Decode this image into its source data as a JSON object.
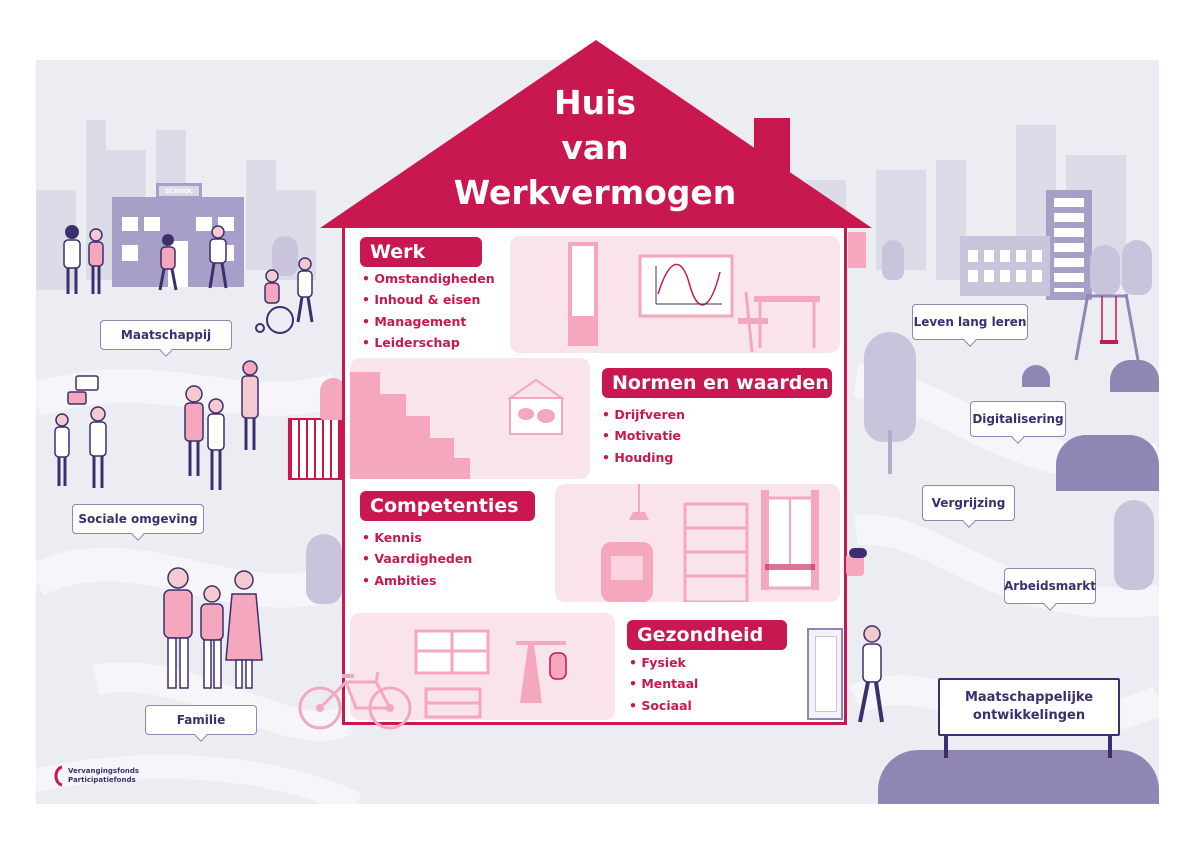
{
  "title_lines": [
    "Huis",
    "van",
    "Werkvermogen"
  ],
  "sections": {
    "werk": {
      "title": "Werk",
      "items": [
        "Omstandigheden",
        "Inhoud & eisen",
        "Management",
        "Leiderschap"
      ]
    },
    "normen": {
      "title": "Normen en waarden",
      "items": [
        "Drijfveren",
        "Motivatie",
        "Houding"
      ]
    },
    "competenties": {
      "title": "Competenties",
      "items": [
        "Kennis",
        "Vaardigheden",
        "Ambities"
      ]
    },
    "gezondheid": {
      "title": "Gezondheid",
      "items": [
        "Fysiek",
        "Mentaal",
        "Sociaal"
      ]
    }
  },
  "left_labels": {
    "maatschappij": "Maatschappij",
    "sociale": "Sociale omgeving",
    "familie": "Familie"
  },
  "right_labels": {
    "leren": "Leven lang leren",
    "digitalisering": "Digitalisering",
    "vergrijzing": "Vergrijzing",
    "arbeidsmarkt": "Arbeidsmarkt"
  },
  "sign": {
    "line1": "Maatschappelijke",
    "line2": "ontwikkelingen"
  },
  "school_sign": "SCHOOL",
  "logo": {
    "line1": "Vervangingsfonds",
    "line2": "Participatiefonds"
  },
  "colors": {
    "brand": "#c8184f",
    "purple": "#3d2f6e",
    "pink_panel": "#f9e4ec",
    "background": "#ececf3"
  }
}
